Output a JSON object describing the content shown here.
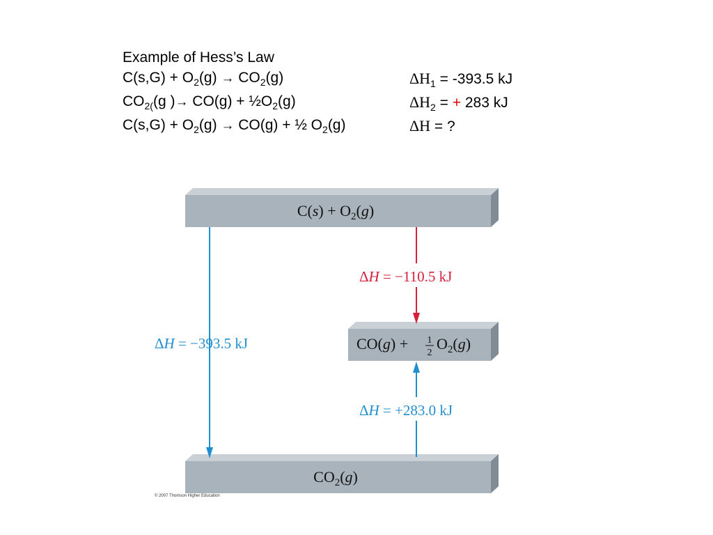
{
  "header": {
    "title": "Example of Hess’s Law",
    "eq1": {
      "left": [
        "C(s,G) + O",
        "2",
        "(g) ",
        "→",
        " CO",
        "2",
        "(g)"
      ],
      "dh_symbol": "ΔH",
      "dh_sub": "1",
      "dh_rest": " = -393.5 kJ"
    },
    "eq2": {
      "left": [
        "CO",
        "2(",
        "(g )",
        "→",
        " CO(g) + ½O",
        "2",
        "(g)"
      ],
      "dh_symbol": "ΔH",
      "dh_sub": "2",
      "dh_eq": " = ",
      "dh_plus": "+",
      "dh_rest": " 283 kJ"
    },
    "eq3": {
      "left": [
        "C(s,G) +  O",
        "2",
        "(g) ",
        "→",
        " CO(g) + ½ O",
        "2",
        "(g)"
      ],
      "dh_symbol": "ΔH",
      "dh_rest": " = ?"
    }
  },
  "diagram": {
    "top_level": {
      "pre": "C(",
      "italic1": "s",
      "mid": ") + O",
      "sub": "2",
      "mid2": "(",
      "italic2": "g",
      "post": ")"
    },
    "middle_level": {
      "pre": "CO(",
      "italic1": "g",
      "mid": ") + ",
      "frac_num": "1",
      "frac_den": "2",
      "mid2": "O",
      "sub": "2",
      "mid3": "(",
      "italic2": "g",
      "post": ")"
    },
    "bottom_level": {
      "pre": "CO",
      "sub": "2",
      "mid": "(",
      "italic": "g",
      "post": ")"
    },
    "arrow_left_label": {
      "delta": "Δ",
      "h": "H",
      "value": " = −393.5 kJ"
    },
    "arrow_red_label": {
      "delta": "Δ",
      "h": "H",
      "value": " = −110.5 kJ"
    },
    "arrow_up_label": {
      "delta": "Δ",
      "h": "H",
      "value": " = +283.0 kJ"
    },
    "colors": {
      "blue": "#1f8fd0",
      "red": "#d61f3a",
      "slab": "#a8b3bc",
      "slab_top": "#c9d0d6",
      "slab_side": "#7f8c96"
    }
  },
  "copyright": "© 2007 Thomson Higher Education"
}
